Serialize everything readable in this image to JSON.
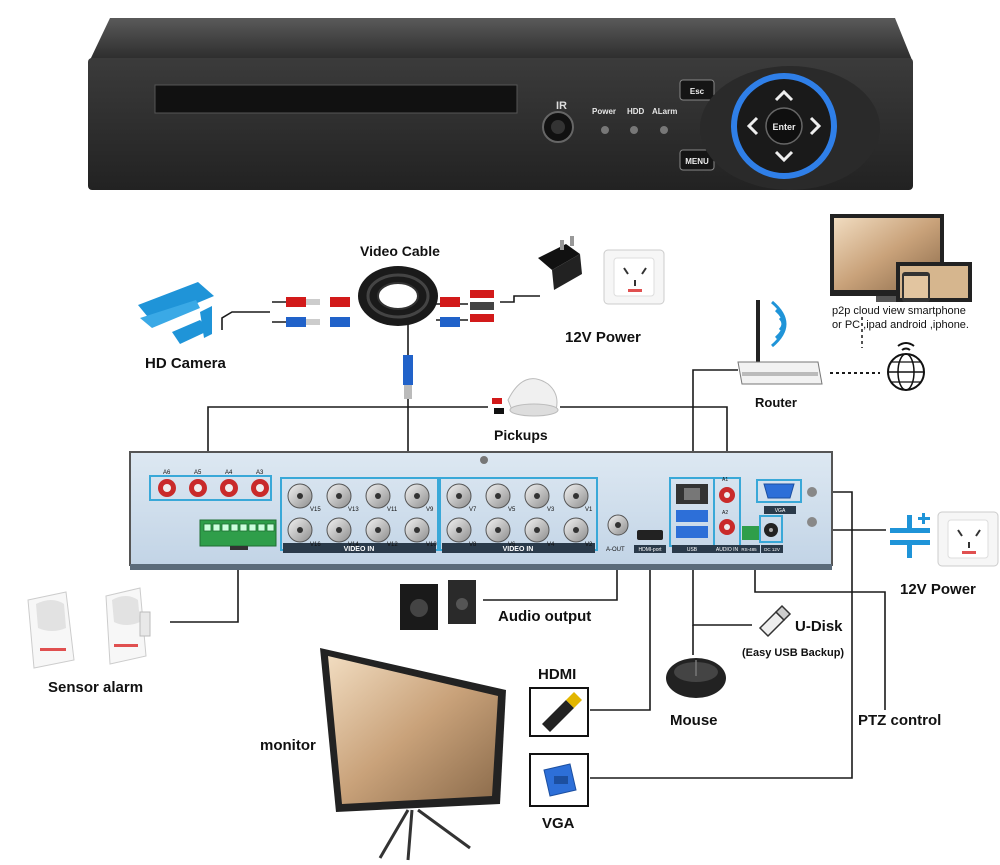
{
  "dvr_front": {
    "ir_label": "IR",
    "indicators": [
      "Power",
      "HDD",
      "ALarm"
    ],
    "esc_label": "Esc",
    "menu_label": "MENU",
    "enter_label": "Enter"
  },
  "labels": {
    "video_cable": "Video Cable",
    "hd_camera": "HD Camera",
    "power_top": "12V Power",
    "p2p_line1": "p2p cloud view smartphone",
    "p2p_line2": "or PC ,ipad android ,iphone.",
    "router": "Router",
    "pickups": "Pickups",
    "sensor_alarm": "Sensor alarm",
    "audio_output": "Audio output",
    "udisk": "U-Disk",
    "udisk_note": "(Easy USB Backup)",
    "hdmi": "HDMI",
    "mouse": "Mouse",
    "ptz": "PTZ control",
    "monitor": "monitor",
    "vga": "VGA",
    "power_right": "12V Power"
  },
  "rear_panel": {
    "audio_in_ports": [
      "A6",
      "A5",
      "A4",
      "A3"
    ],
    "video_in_label": "VIDEO IN",
    "video_group_left_top": [
      "V15",
      "V13",
      "V11",
      "V9"
    ],
    "video_group_left_bottom": [
      "V16",
      "V14",
      "V12",
      "V10"
    ],
    "video_group_right_top": [
      "V7",
      "V5",
      "V3",
      "V1"
    ],
    "video_group_right_bottom": [
      "V8",
      "V6",
      "V4",
      "V2"
    ],
    "a_out": "A-OUT",
    "hdmi_port": "HDMI-port",
    "usb_label": "USB",
    "audio_in_label": "AUDIO IN",
    "a1": "A1",
    "a2": "A2",
    "vga_port": "VGA",
    "rs485": "RS-485",
    "dc12v": "DC 12V"
  }
}
